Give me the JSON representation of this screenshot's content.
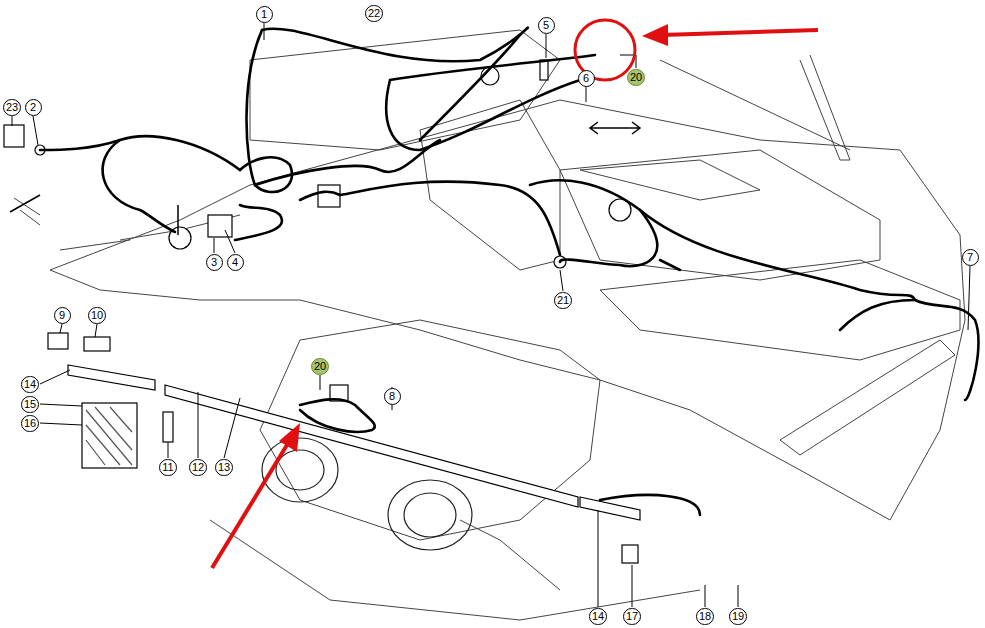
{
  "diagram": {
    "labels": [
      "1",
      "22",
      "5",
      "20",
      "6",
      "23",
      "2",
      "3",
      "4",
      "21",
      "7",
      "9",
      "10",
      "20",
      "14",
      "15",
      "16",
      "8",
      "11",
      "12",
      "13",
      "14",
      "17",
      "18",
      "19"
    ]
  }
}
